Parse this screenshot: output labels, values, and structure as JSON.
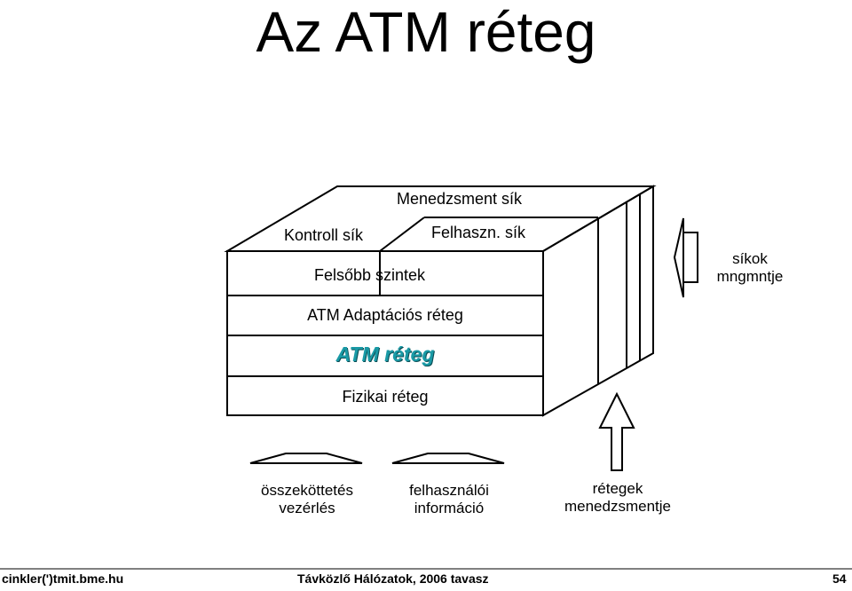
{
  "title": "Az ATM réteg",
  "stack": {
    "planes_top": {
      "management": "Menedzsment sík",
      "control": "Kontroll sík",
      "user": "Felhaszn. sík"
    },
    "layers": {
      "upper": "Felsőbb szintek",
      "adaptation": "ATM Adaptációs réteg",
      "atm": "ATM réteg",
      "physical": "Fizikai réteg"
    }
  },
  "side": {
    "planes_management": [
      "síkok",
      "mngmntje"
    ]
  },
  "bottom": {
    "signaling": [
      "összeköttetés",
      "vezérlés"
    ],
    "user_info": [
      "felhasználói",
      "információ"
    ],
    "layer_management": [
      "rétegek",
      "menedzsmentje"
    ]
  },
  "footer": {
    "left": "cinkler(')tmit.bme.hu",
    "center": "Távközlő Hálózatok, 2006 tavasz",
    "page": "54"
  },
  "colors": {
    "atm_layer_text": "#1a9aa6",
    "line": "#000000"
  }
}
